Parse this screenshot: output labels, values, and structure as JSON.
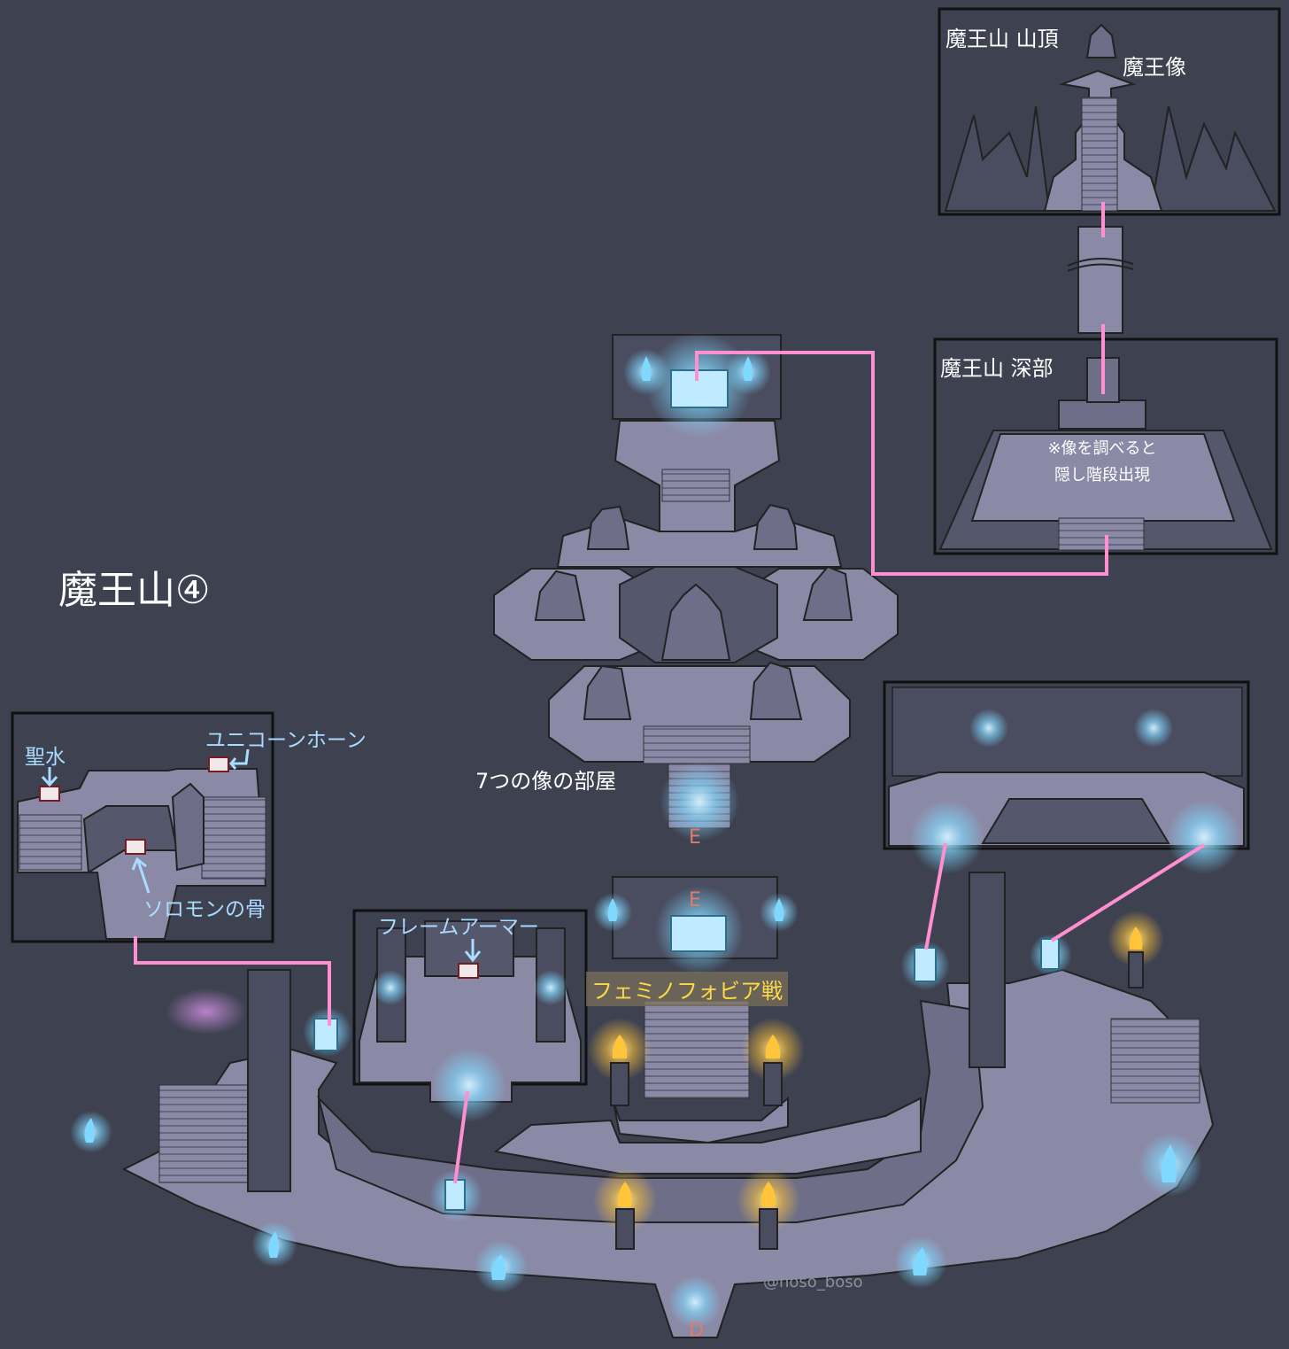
{
  "map": {
    "title": "魔王山④",
    "credit": "@hoso_boso"
  },
  "areas": {
    "summit": {
      "name": "魔王山 山頂",
      "statue_label": "魔王像"
    },
    "depths": {
      "name": "魔王山 深部",
      "note_line1": "※像を調べると",
      "note_line2": "隠し階段出現"
    },
    "seven_statues": {
      "name": "7つの像の部屋"
    }
  },
  "items": {
    "holy_water": "聖水",
    "unicorn_horn": "ユニコーンホーン",
    "solomon_bone": "ソロモンの骨",
    "flame_armor": "フレームアーマー"
  },
  "boss": {
    "label": "フェミノフォビア戦"
  },
  "markers": {
    "e_upper": "E",
    "e_lower": "E",
    "d_bottom": "D"
  },
  "colors": {
    "background": "#3d4150",
    "floor": "#8a8aa6",
    "route_line": "#ff8fd0",
    "portal_glow": "#7fd8ff",
    "torch_flame": "#ffc43a",
    "item_label": "#a9dcff",
    "boss_label": "#ffd84a",
    "marker": "#e07a6a"
  },
  "icons": {
    "chest": "treasure-chest-icon",
    "portal": "portal-door-icon",
    "torch": "torch-icon",
    "blue_flame": "blue-flame-icon",
    "statue": "statue-icon"
  }
}
